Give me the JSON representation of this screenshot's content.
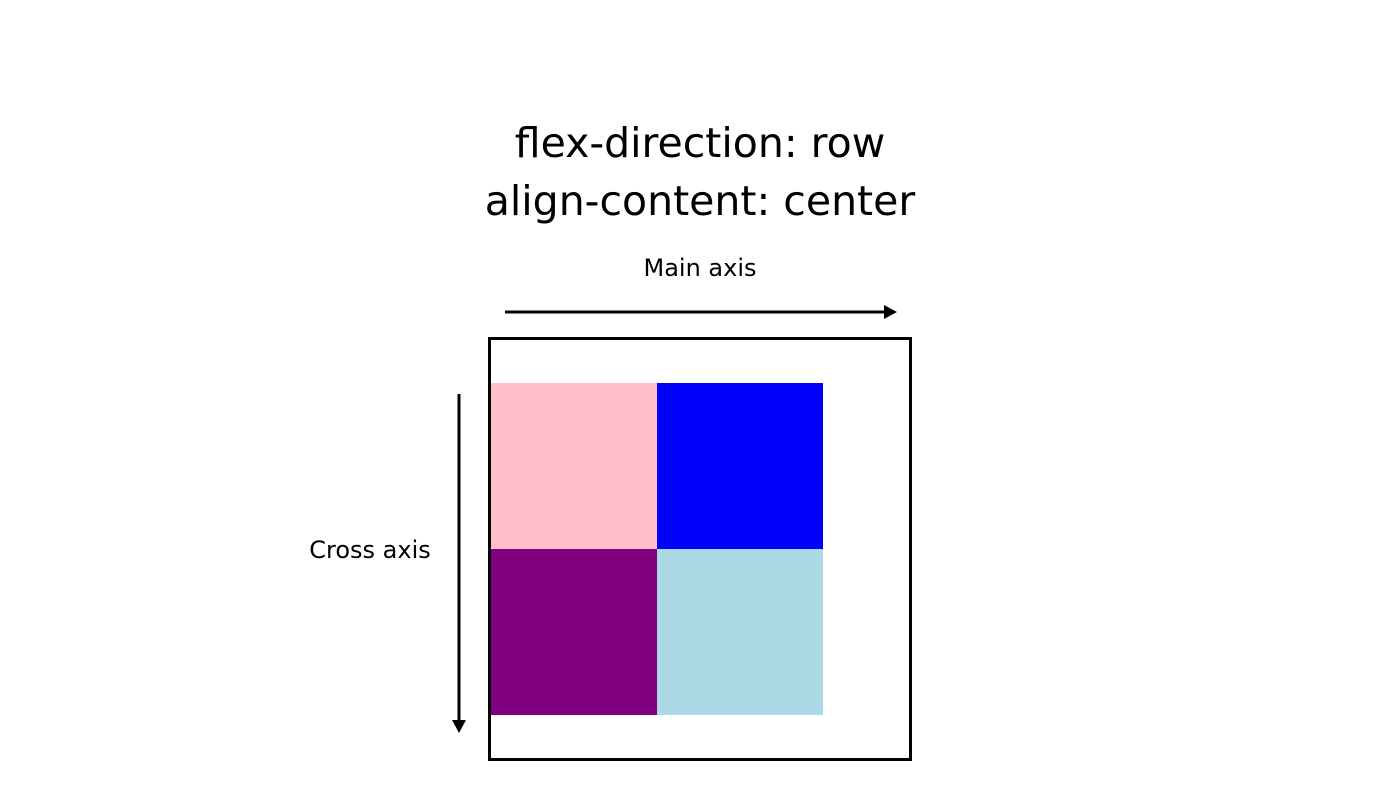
{
  "diagram": {
    "title_lines": [
      "flex-direction: row",
      "align-content: center"
    ],
    "main_axis_label": "Main axis",
    "cross_axis_label": "Cross axis",
    "items": [
      {
        "color": "#ffc0cb",
        "name": "pink"
      },
      {
        "color": "#0000ff",
        "name": "blue"
      },
      {
        "color": "#800080",
        "name": "purple"
      },
      {
        "color": "#add8e6",
        "name": "light-blue"
      }
    ],
    "colors": {
      "line": "#000000",
      "background": "#ffffff"
    }
  }
}
